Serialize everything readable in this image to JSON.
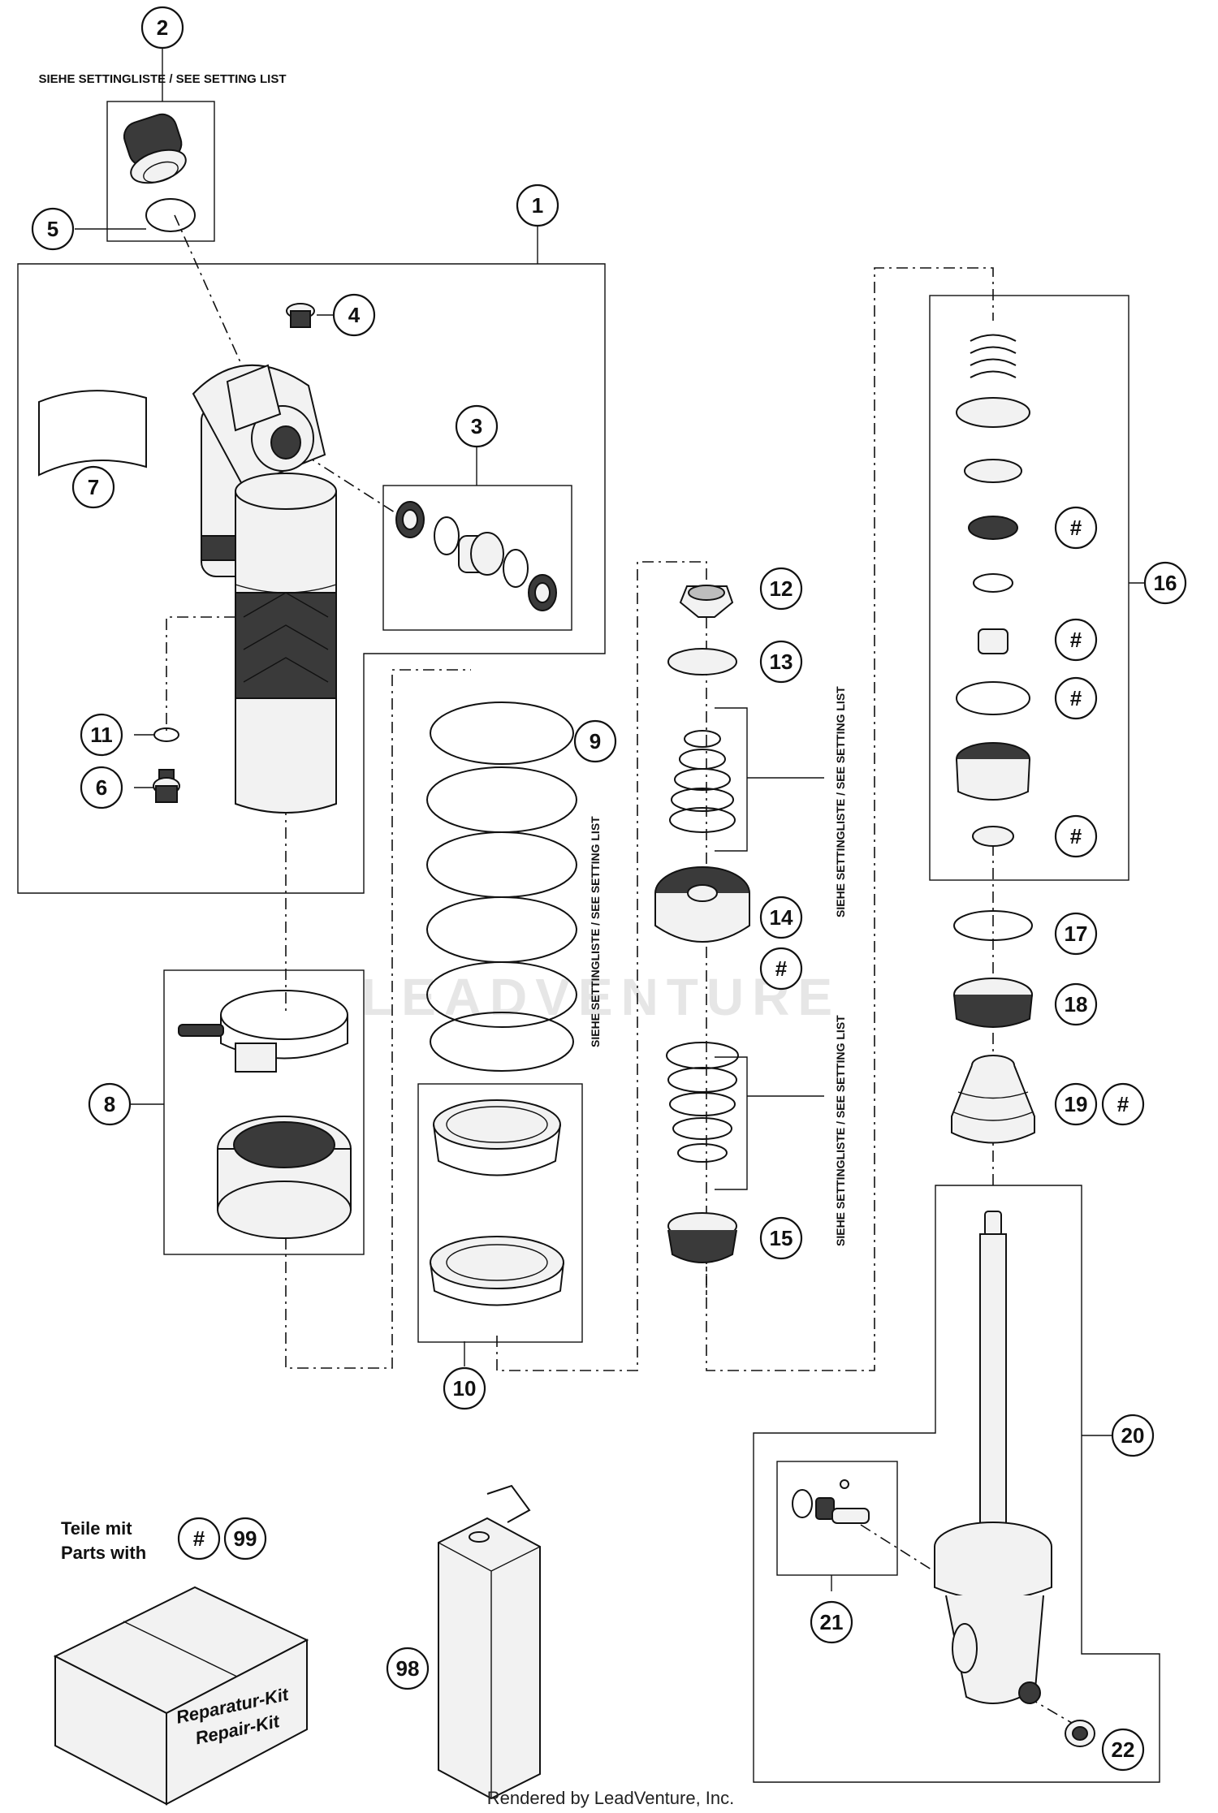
{
  "callouts": {
    "c1": "1",
    "c2": "2",
    "c3": "3",
    "c4": "4",
    "c5": "5",
    "c6": "6",
    "c7": "7",
    "c8": "8",
    "c9": "9",
    "c10": "10",
    "c11": "11",
    "c12": "12",
    "c13": "13",
    "c14": "14",
    "c15": "15",
    "c16": "16",
    "c17": "17",
    "c18": "18",
    "c19": "19",
    "c20": "20",
    "c21": "21",
    "c22": "22",
    "c98": "98",
    "c99": "99",
    "hash": "#"
  },
  "labels": {
    "setting_list": "SIEHE SETTINGLISTE / SEE SETTING LIST",
    "setting_list_vertical": "SIEHE SETTINGLISTE / SEE SETTING LIST",
    "teile_mit": "Teile mit",
    "parts_with": "Parts with",
    "kit_de": "Reparatur-Kit",
    "kit_en": "Repair-Kit",
    "watermark": "LEADVENTURE",
    "footer": "Rendered by LeadVenture, Inc."
  }
}
